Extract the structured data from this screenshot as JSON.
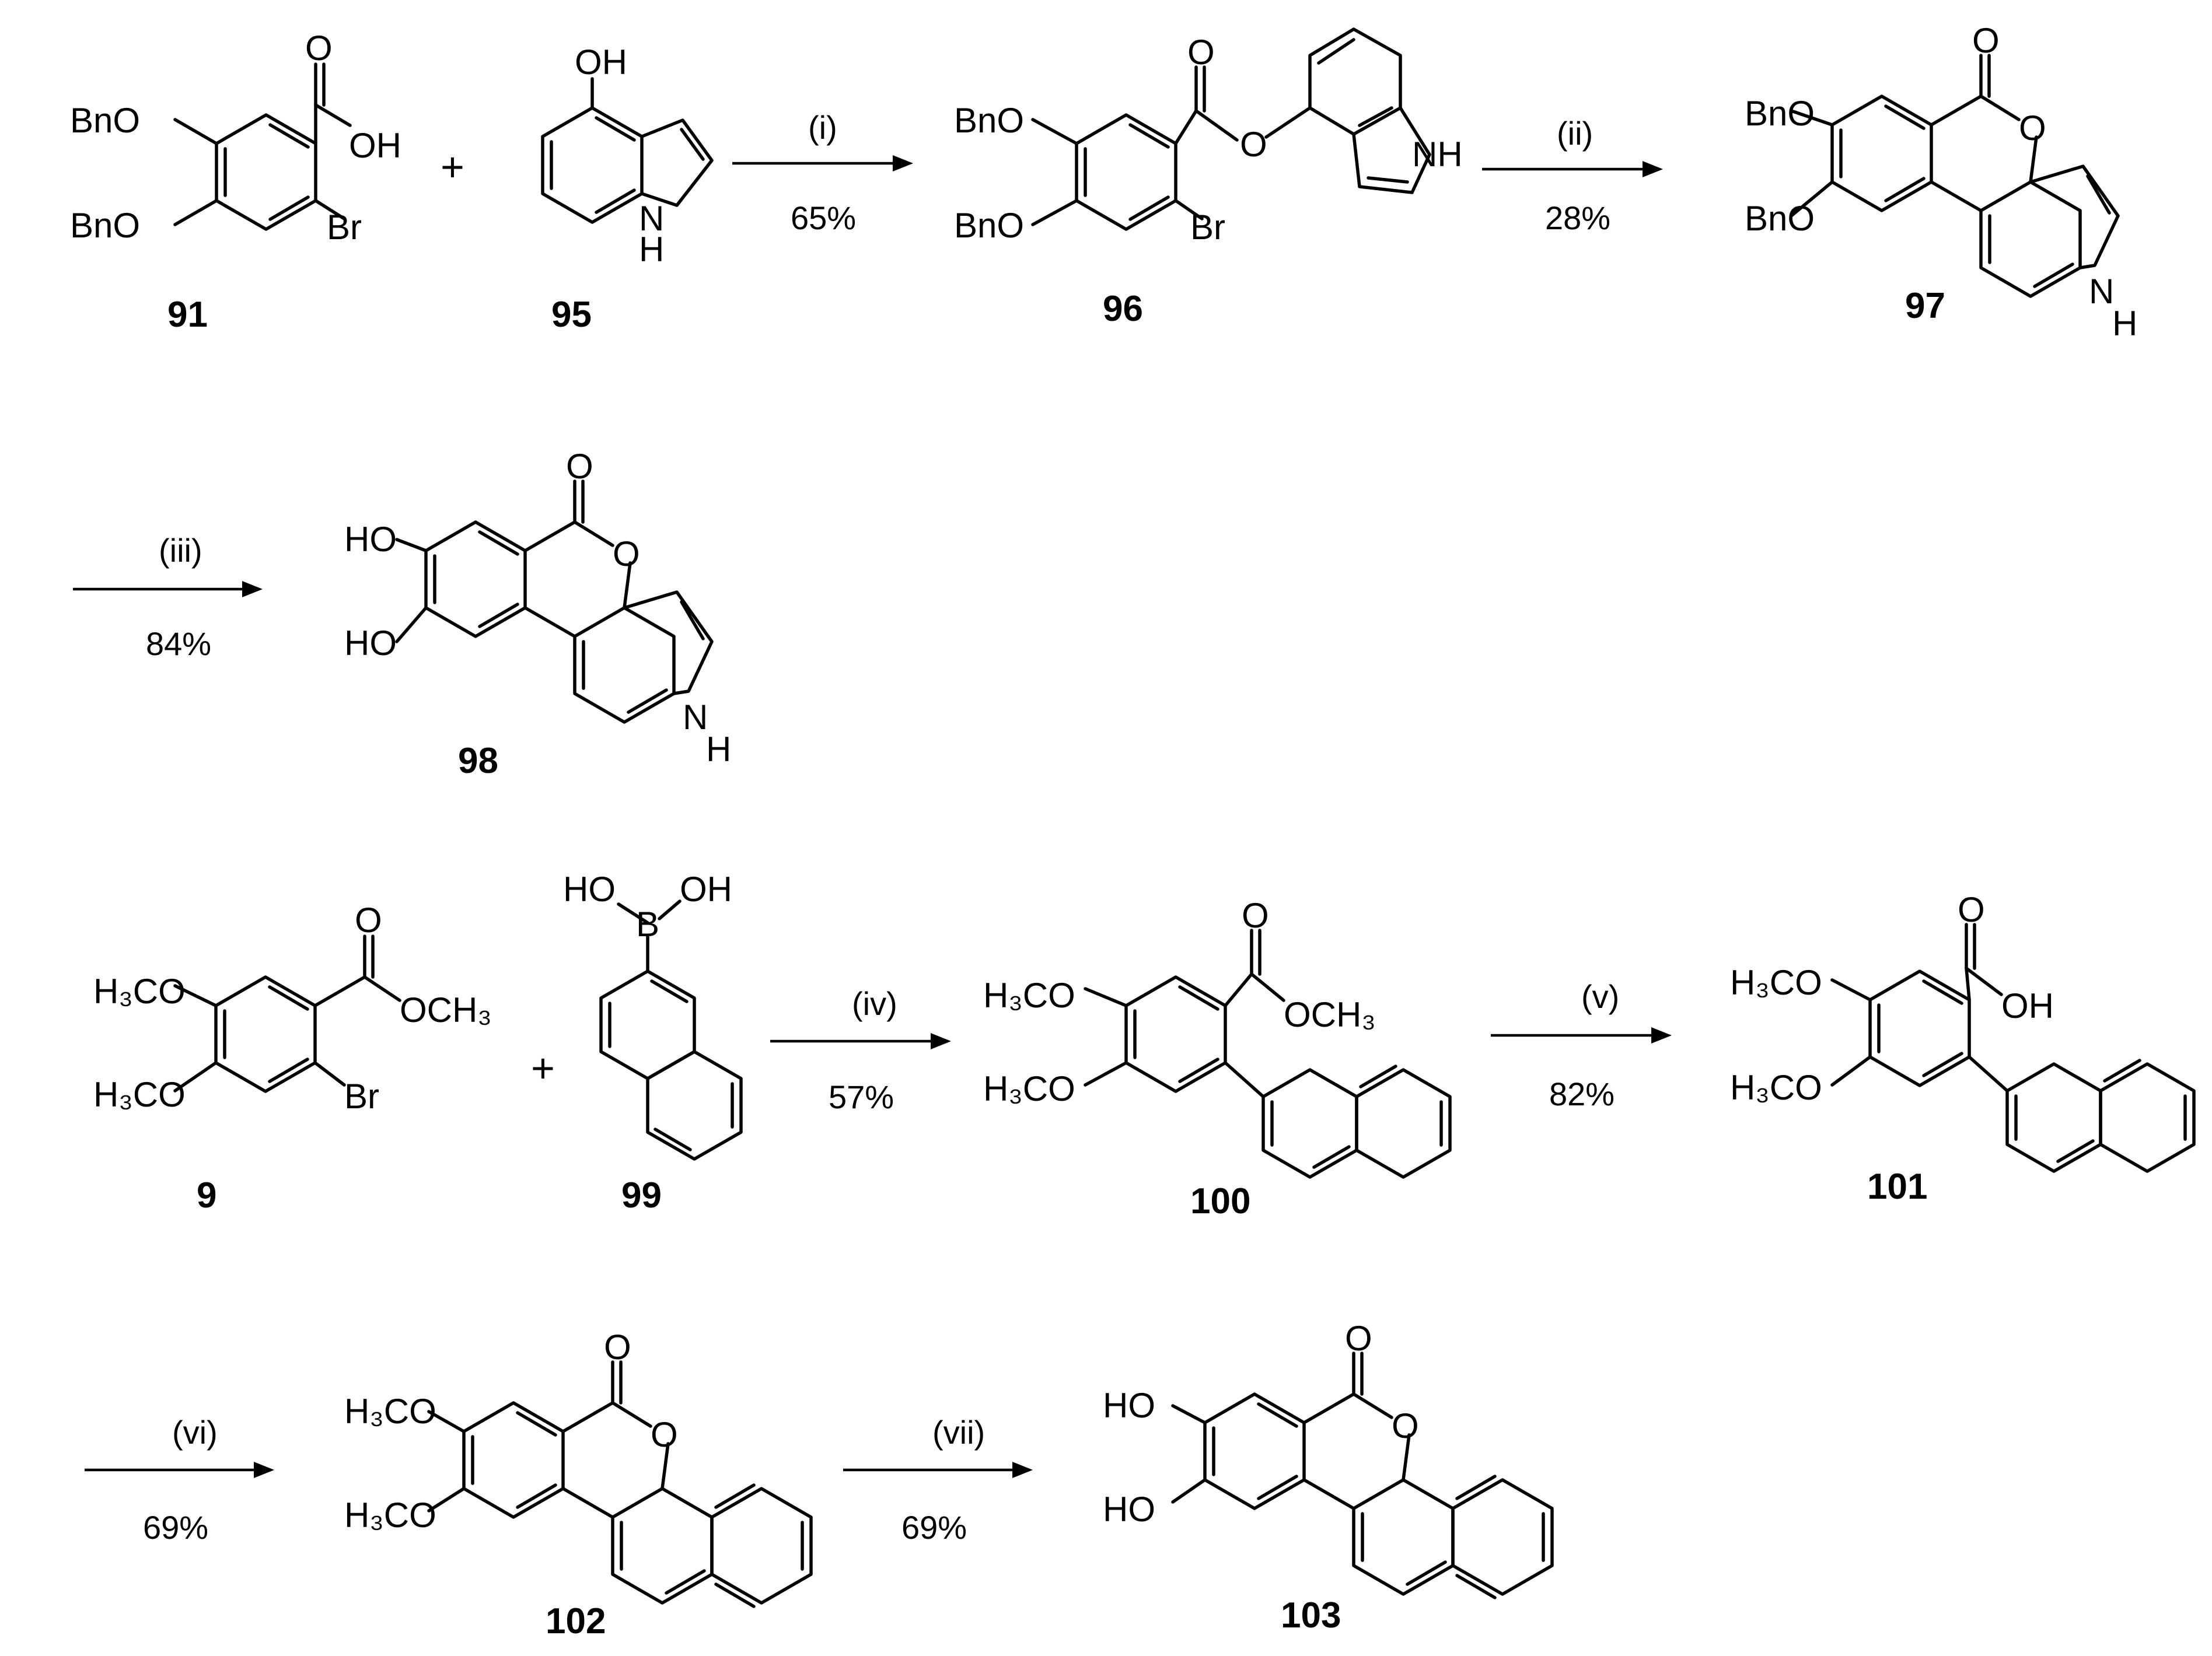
{
  "scheme": {
    "row1": {
      "sm1": {
        "label": "91",
        "ob1": "BnO",
        "ob2": "BnO",
        "o": "O",
        "oh": "OH",
        "br": "Br"
      },
      "plus": "+",
      "sm2": {
        "label": "95",
        "oh": "OH",
        "nh": "N",
        "h": "H"
      },
      "step_i": {
        "reagent": "(i)",
        "yield": "65%"
      },
      "int1": {
        "label": "96",
        "ob1": "BnO",
        "ob2": "BnO",
        "o": "O",
        "oring": "O",
        "nh": "NH",
        "br": "Br"
      },
      "step_ii": {
        "reagent": "(ii)",
        "yield": "28%"
      },
      "prod1": {
        "label": "97",
        "ob1": "BnO",
        "ob2": "BnO",
        "o": "O",
        "oring": "O",
        "nh": "N",
        "h": "H"
      }
    },
    "row2": {
      "step_iii": {
        "reagent": "(iii)",
        "yield": "84%"
      },
      "prod2": {
        "label": "98",
        "oh1": "HO",
        "oh2": "HO",
        "o": "O",
        "oring": "O",
        "nh": "N",
        "h": "H"
      }
    },
    "row3": {
      "sm3": {
        "label": "9",
        "ome1": "H₃CO",
        "ome2": "H₃CO",
        "o": "O",
        "ester": "OCH₃",
        "br": "Br"
      },
      "plus": "+",
      "sm4": {
        "label": "99",
        "ho": "HO",
        "b": "B",
        "oh": "OH"
      },
      "step_iv": {
        "reagent": "(iv)",
        "yield": "57%"
      },
      "int2": {
        "label": "100",
        "ome1": "H₃CO",
        "ome2": "H₃CO",
        "o": "O",
        "ester": "OCH₃"
      },
      "step_v": {
        "reagent": "(v)",
        "yield": "82%"
      },
      "int3": {
        "label": "101",
        "ome1": "H₃CO",
        "ome2": "H₃CO",
        "o": "O",
        "oh": "OH"
      }
    },
    "row4": {
      "step_vi": {
        "reagent": "(vi)",
        "yield": "69%"
      },
      "prod3": {
        "label": "102",
        "ome1": "H₃CO",
        "ome2": "H₃CO",
        "o": "O",
        "oring": "O"
      },
      "step_vii": {
        "reagent": "(vii)",
        "yield": "69%"
      },
      "prod4": {
        "label": "103",
        "oh1": "HO",
        "oh2": "HO",
        "o": "O",
        "oring": "O"
      }
    }
  }
}
